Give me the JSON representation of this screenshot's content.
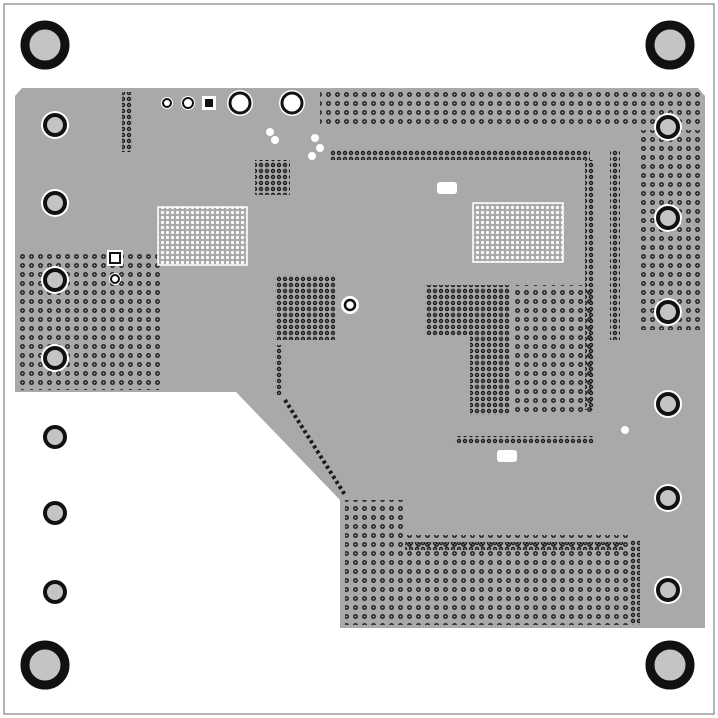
{
  "colors": {
    "background": "#ffffff",
    "frame": "#9a9a9a",
    "copper_pour": "#a9a9a9",
    "via": "#1a1a1a",
    "clearance": "#ffffff",
    "hole_center": "#c4c4c4"
  },
  "elements": {
    "mounting_hole_count": 4,
    "left_connector_pad_count": 7,
    "right_connector_pad_count": 6,
    "thermal_via_arrays": 2
  }
}
